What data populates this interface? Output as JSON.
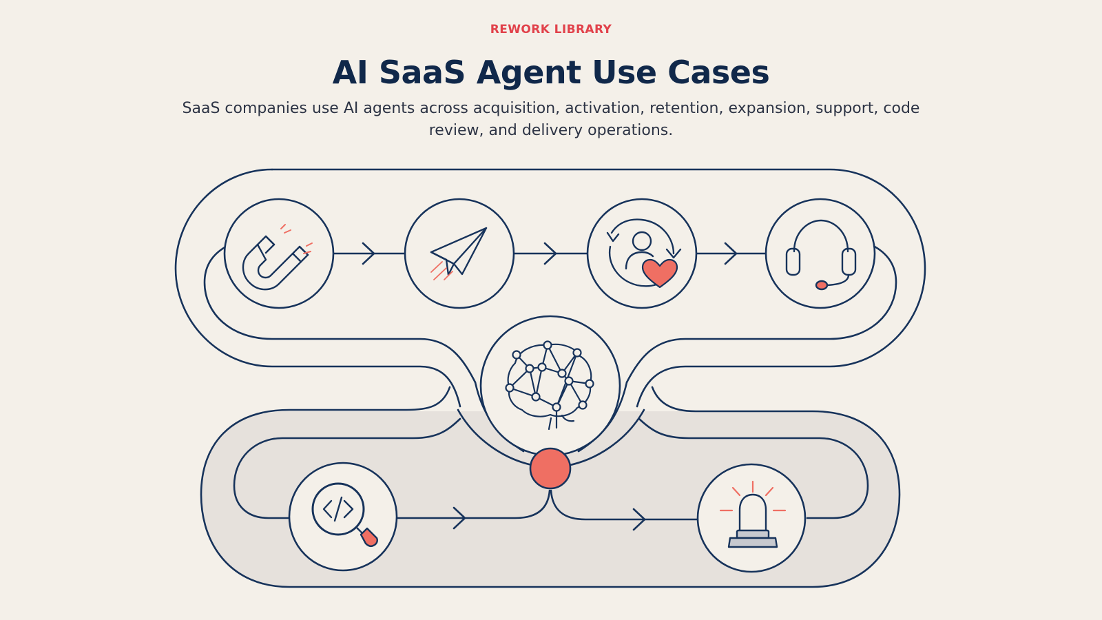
{
  "header": {
    "eyebrow": "REWORK LIBRARY",
    "title": "AI SaaS Agent Use Cases",
    "subtitle": "SaaS companies use AI agents across acquisition, activation, retention, expansion, support, code review, and delivery operations."
  },
  "diagram": {
    "top_row": [
      {
        "icon": "magnet-icon"
      },
      {
        "icon": "paper-plane-icon"
      },
      {
        "icon": "user-heart-cycle-icon"
      },
      {
        "icon": "headset-icon"
      }
    ],
    "center": {
      "icon": "neural-brain-icon"
    },
    "hub": {
      "icon": "hub-node"
    },
    "bottom_row": [
      {
        "icon": "code-search-icon"
      },
      {
        "icon": "alert-siren-icon"
      }
    ]
  },
  "colors": {
    "background": "#f4f0e9",
    "line": "#17335b",
    "accent": "#ef6f63",
    "eyebrow": "#e1424b",
    "title": "#10284a",
    "lower_fill": "#e6e1dc"
  }
}
